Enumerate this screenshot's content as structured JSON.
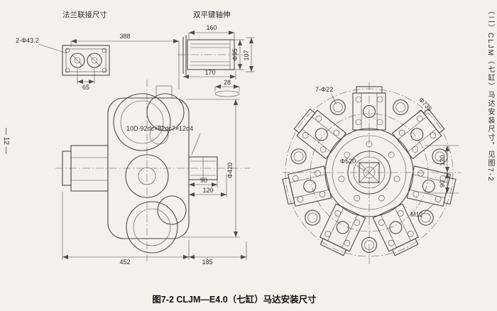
{
  "page": {
    "caption": "图7-2  CLJM—E4.0（七缸）马达安装尺寸",
    "margin_note": "（二）CLJM（七缸）马达安装尺寸，见图7-2",
    "page_number": "— 12 —"
  },
  "flange_detail": {
    "title": "法兰联接尺寸",
    "holes": "2-Φ43.2",
    "width": "65",
    "length": "388"
  },
  "shaft_detail": {
    "title": "双平键轴伸",
    "len_top": "160",
    "diameter": "Φ95",
    "height": "107",
    "len_bottom": "170",
    "key_width": "28"
  },
  "side_view": {
    "spline": "10D-92dc×82dc7×12d4",
    "body_dia": "Φ420",
    "dim_90": "90",
    "dim_120": "120",
    "length_body": "452",
    "length_shaft": "185"
  },
  "front_view": {
    "mount_holes": "7-Φ22",
    "outer_dia": "Φ735",
    "pitch_dia": "Φ520",
    "dim_120": "120",
    "dim_90": "90",
    "thread": "M12"
  }
}
